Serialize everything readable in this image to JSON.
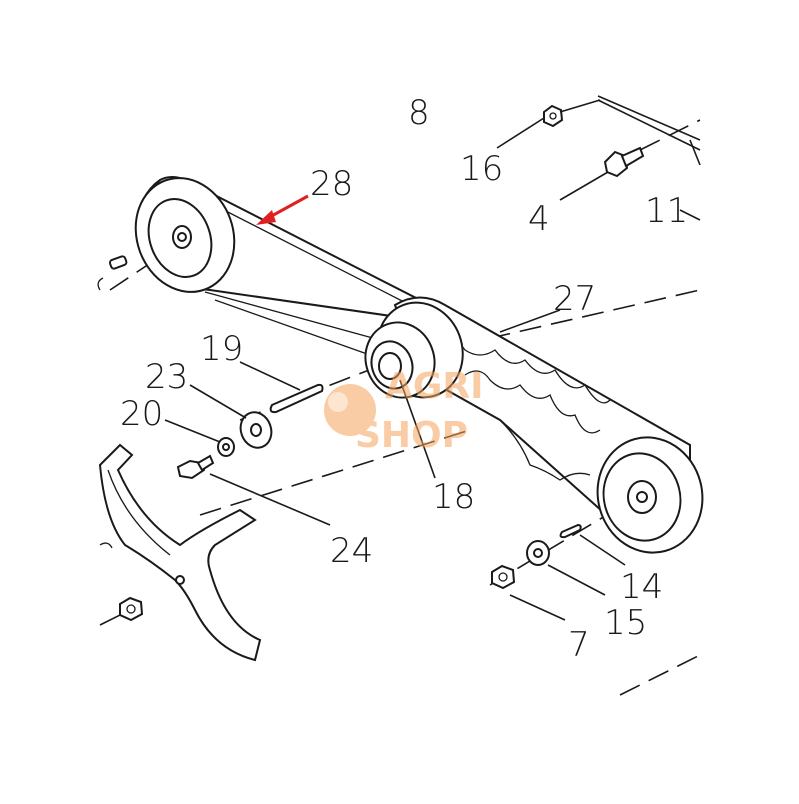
{
  "diagram": {
    "callouts": [
      {
        "id": "c8",
        "label": "8"
      },
      {
        "id": "c16",
        "label": "16"
      },
      {
        "id": "c28",
        "label": "28"
      },
      {
        "id": "c4",
        "label": "4"
      },
      {
        "id": "c11",
        "label": "11"
      },
      {
        "id": "c27",
        "label": "27"
      },
      {
        "id": "c19",
        "label": "19"
      },
      {
        "id": "c23",
        "label": "23"
      },
      {
        "id": "c20",
        "label": "20"
      },
      {
        "id": "c18",
        "label": "18"
      },
      {
        "id": "c24",
        "label": "24"
      },
      {
        "id": "c14",
        "label": "14"
      },
      {
        "id": "c15",
        "label": "15"
      },
      {
        "id": "c7",
        "label": "7"
      }
    ],
    "highlight_arrow_color": "#e02020",
    "watermark": {
      "line1": "AGRI",
      "line2": "SHOP",
      "color": "#f5a35c"
    }
  }
}
